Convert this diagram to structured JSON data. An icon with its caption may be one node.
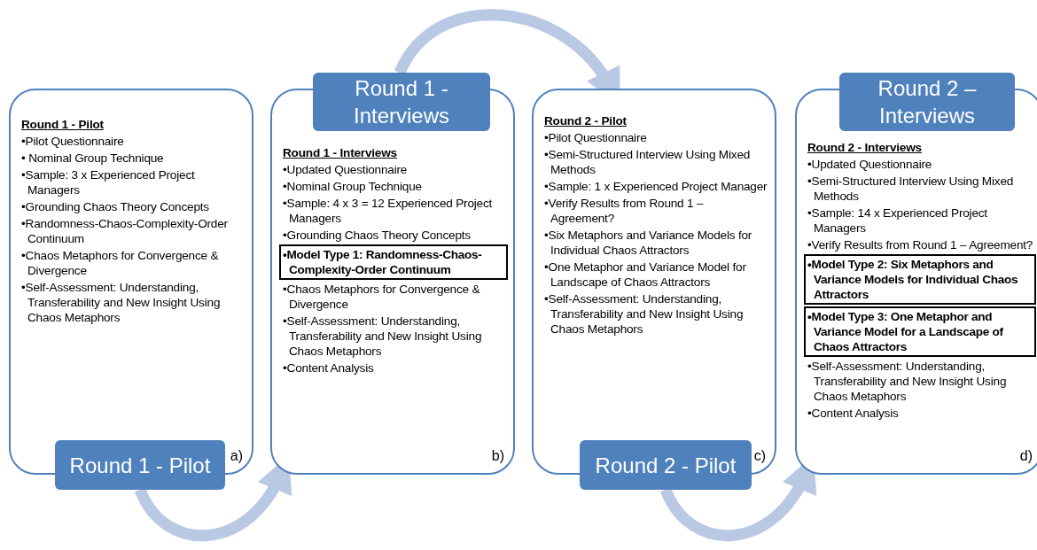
{
  "diagram": {
    "nodes": [
      {
        "text": [
          "Round 1 - Pilot",
          "•Pilot Questionnaire",
          "• Nominal Group Technique",
          "•Sample: 3 x Experienced Project Managers",
          "•Grounding Chaos Theory Concepts",
          "•Randomness-Chaos-Complexity-Order Continuum",
          "•Chaos Metaphors for Convergence & Divergence",
          "•Self-Assessment: Understanding, Transferability and New Insight Using Chaos Metaphors",
          "a)"
        ]
      },
      {
        "text": [
          "Round 1 - Pilot"
        ]
      },
      {
        "text": [
          "Round 1 - Interviews",
          "•Updated Questionnaire",
          "•Nominal Group Technique",
          "•Sample: 4 x 3 = 12 Experienced Project Managers",
          "•Grounding Chaos Theory Concepts",
          "•Chaos Metaphors for Convergence & Divergence",
          "•Self-Assessment: Understanding, Transferability and New Insight Using Chaos Metaphors",
          "•Content Analysis",
          "b)"
        ]
      },
      {
        "text": [
          "•Model Type 1: Randomness-Chaos-Complexity-Order Continuum"
        ],
        "in": 2
      },
      {
        "text": [
          "Round 1 - Interviews"
        ]
      },
      {
        "text": [
          "Round 2 - Pilot",
          "•Pilot Questionnaire",
          "•Semi-Structured Interview Using Mixed Methods",
          "•Sample: 1 x Experienced Project Manager",
          "•Verify Results from Round 1 – Agreement?",
          "•Six Metaphors and Variance Models for Individual Chaos Attractors",
          "•One Metaphor and Variance Model for Landscape of Chaos Attractors",
          "•Self-Assessment: Understanding, Transferability and New Insight Using Chaos Metaphors",
          "c)"
        ]
      },
      {
        "text": [
          "Round 2 - Pilot"
        ]
      },
      {
        "text": [
          "Round 2 - Interviews",
          "•Updated Questionnaire",
          "•Semi-Structured Interview Using Mixed Methods",
          "•Sample: 14 x Experienced Project Managers",
          "•Verify Results from Round 1 – Agreement?",
          "•Self-Assessment: Understanding, Transferability and New Insight Using Chaos Metaphors",
          "•Content Analysis",
          "d)"
        ]
      },
      {
        "text": [
          "•Model Type 2: Six Metaphors and Variance Models for Individual Chaos Attractors"
        ],
        "in": 7
      },
      {
        "text": [
          "•Model Type 3: One Metaphor and Variance Model for a Landscape of Chaos Attractors"
        ],
        "in": 7
      },
      {
        "text": [
          "Round 2 – Interviews"
        ]
      }
    ],
    "edges": [
      {
        "from": 1,
        "to": 2,
        "arrow": "to"
      },
      {
        "from": 4,
        "to": 5,
        "arrow": "to"
      },
      {
        "from": 6,
        "to": 7,
        "arrow": "to"
      }
    ]
  }
}
